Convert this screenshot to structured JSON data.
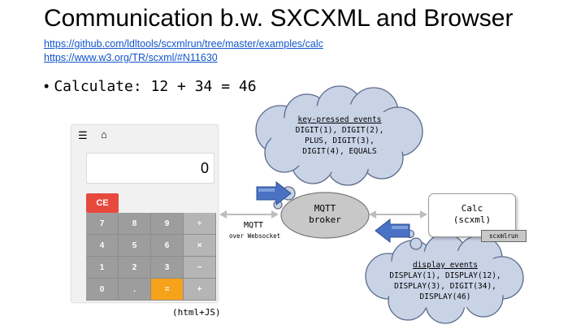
{
  "slide": {
    "title": "Communication b.w. SXCXML and Browser",
    "links": [
      "https://github.com/ldltools/scxmlrun/tree/master/examples/calc",
      "https://www.w3.org/TR/scxml/#N11630"
    ],
    "bullet": "Calculate: 12 + 34 = 46"
  },
  "calculator": {
    "menu_icon": "☰",
    "home_icon": "⌂",
    "display_value": "0",
    "ce_label": "CE",
    "keys": [
      "7",
      "8",
      "9",
      "÷",
      "4",
      "5",
      "6",
      "×",
      "1",
      "2",
      "3",
      "−",
      "0",
      ".",
      "=",
      "+"
    ],
    "caption": "(html+JS)"
  },
  "diagram": {
    "broker_line1": "MQTT",
    "broker_line2": "broker",
    "link_label": "MQTT",
    "link_sublabel": "over Websocket",
    "calc_line1": "Calc",
    "calc_line2": "(scxml)",
    "runner_label": "scxmlrun",
    "key_events_title": "key-pressed events",
    "key_events_lines": [
      "DIGIT(1), DIGIT(2),",
      "PLUS, DIGIT(3),",
      "DIGIT(4), EQUALS"
    ],
    "display_events_title": "display events",
    "display_events_lines": [
      "DISPLAY(1), DISPLAY(12),",
      "DISPLAY(3), DIGIT(34),",
      "DISPLAY(46)"
    ],
    "colors": {
      "cloud_fill": "#c9d3e6",
      "cloud_stroke": "#5a6b8c",
      "broker_fill": "#c8c8c8",
      "arrow_fill": "#4a72c4",
      "connector": "#bdbdbd",
      "ce_button": "#e7493d",
      "equals_key": "#f7a21b"
    }
  }
}
